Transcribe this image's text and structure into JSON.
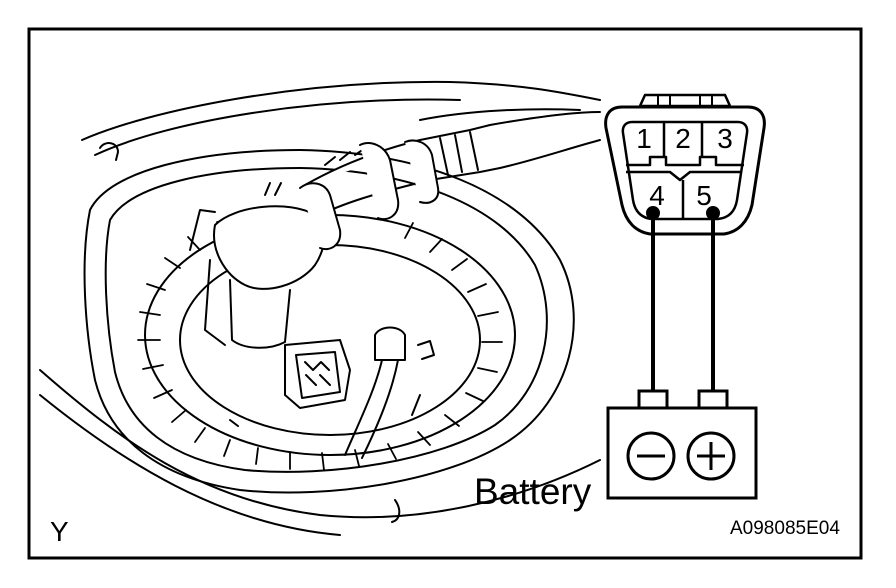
{
  "figure": {
    "connector_pins": [
      "1",
      "2",
      "3",
      "4",
      "5"
    ],
    "battery_label": "Battery",
    "battery_terminals": {
      "negative": "−",
      "positive": "+"
    },
    "view_label": "Y",
    "figure_id": "A098085E04"
  }
}
